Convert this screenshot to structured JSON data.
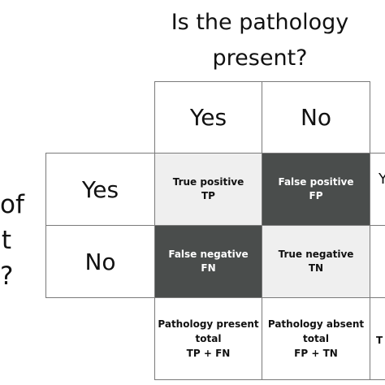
{
  "title": {
    "line1": "Is the pathology",
    "line2": "present?"
  },
  "left_question": {
    "line1": "of",
    "line2": "t",
    "line3": "?"
  },
  "columns": {
    "yes": "Yes",
    "no": "No"
  },
  "rows": {
    "yes": "Yes",
    "no": "No"
  },
  "cells": {
    "tp": {
      "label": "True positive",
      "abbr": "TP"
    },
    "fp": {
      "label": "False positive",
      "abbr": "FP"
    },
    "fn": {
      "label": "False negative",
      "abbr": "FN"
    },
    "tn": {
      "label": "True negative",
      "abbr": "TN"
    }
  },
  "totals": {
    "present": {
      "line1": "Pathology present",
      "line2": "total",
      "line3": "TP + FN"
    },
    "absent": {
      "line1": "Pathology absent",
      "line2": "total",
      "line3": "FP + TN"
    }
  },
  "cut_off_right": {
    "row_yes_fragment": "Y",
    "totals_fragment": "T"
  },
  "colors": {
    "light_cell": "#efefef",
    "dark_cell": "#4a4d4c",
    "grid": "#7a7a7a"
  }
}
